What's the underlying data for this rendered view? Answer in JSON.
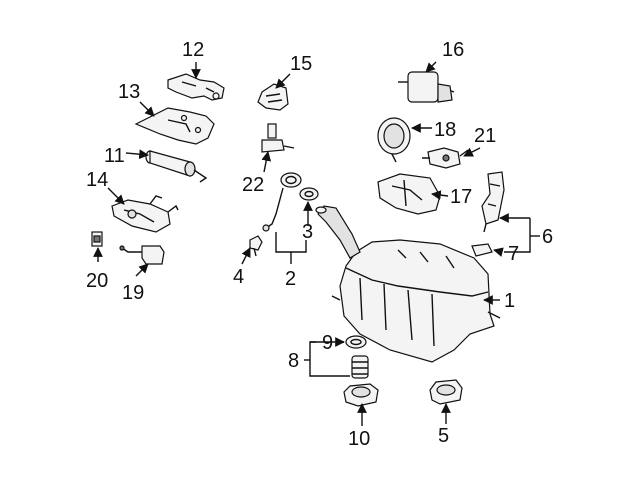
{
  "labels": {
    "n1": "1",
    "n2": "2",
    "n3": "3",
    "n4": "4",
    "n5": "5",
    "n6": "6",
    "n7": "7",
    "n8": "8",
    "n9": "9",
    "n10": "10",
    "n11": "11",
    "n12": "12",
    "n13": "13",
    "n14": "14",
    "n15": "15",
    "n16": "16",
    "n17": "17",
    "n18": "18",
    "n19": "19",
    "n20": "20",
    "n21": "21",
    "n22": "22"
  }
}
